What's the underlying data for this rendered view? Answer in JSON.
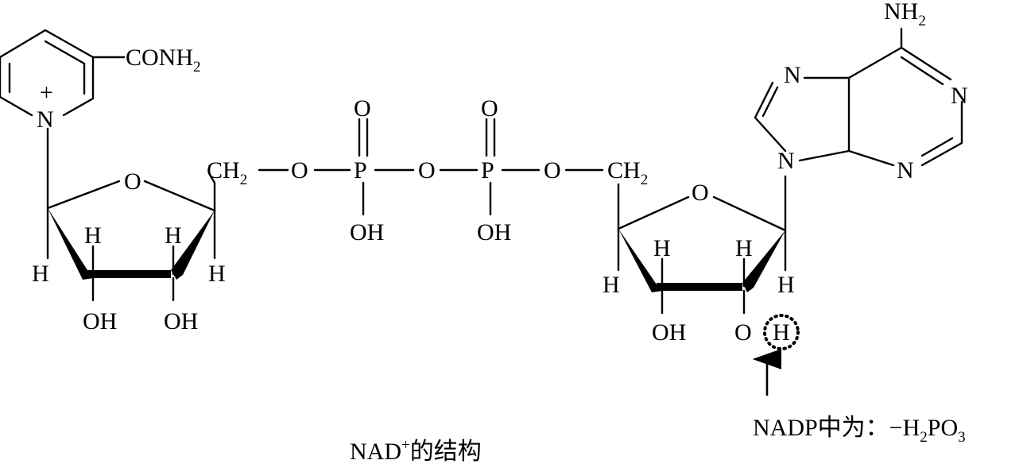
{
  "labels": {
    "nicotinamide_amide": {
      "main": "CONH",
      "sub": "2"
    },
    "ring_n": "N",
    "ring_charge": "+",
    "sugar1_o": "O",
    "sugar1_ch2": {
      "main": "CH",
      "sub": "2"
    },
    "sugar1_h_left": "H",
    "sugar1_h_c2": "H",
    "sugar1_h_c3": "H",
    "sugar1_h_right": "H",
    "sugar1_oh_c2": "OH",
    "sugar1_oh_c3": "OH",
    "bridge_o1": "O",
    "p1": "P",
    "p1_o_top": "O",
    "p1_oh": "OH",
    "bridge_o2": "O",
    "p2": "P",
    "p2_o_top": "O",
    "p2_oh": "OH",
    "bridge_o3": "O",
    "sugar2_ch2": {
      "main": "CH",
      "sub": "2"
    },
    "sugar2_o": "O",
    "sugar2_h_left": "H",
    "sugar2_h_c3": "H",
    "sugar2_h_c2": "H",
    "sugar2_h_right": "H",
    "sugar2_oh_c3": "OH",
    "sugar2_o_c2": "O",
    "sugar2_h_highlighted": "H",
    "adenine_nh2": {
      "main": "NH",
      "sub": "2"
    },
    "adenine_n7": "N",
    "adenine_n1": "N",
    "adenine_n3": "N",
    "adenine_n9": "N"
  },
  "caption": {
    "main": "NAD",
    "sup": "+",
    "rest": "的结构"
  },
  "nadp_note": {
    "prefix": "NADP中为：−H",
    "sub1": "2",
    "mid": "PO",
    "sub2": "3"
  }
}
